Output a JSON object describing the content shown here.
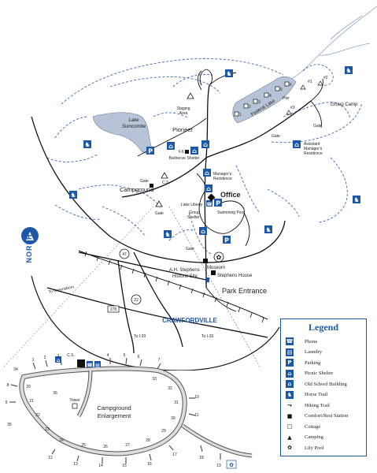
{
  "map_labels": {
    "lake_sumcombe_line1": "Lake",
    "lake_sumcombe_line2": "Sumcombe",
    "federal_lake": "Federal Lake",
    "staging_area_line1": "Staging",
    "staging_area_line2": "Area",
    "pioneer": "Pioneer",
    "barbecue_shelter": "Barbecue Shelter",
    "managers_residence_line1": "Manager's",
    "managers_residence_line2": "Residence",
    "asst_managers_line1": "Assistant",
    "asst_managers_line2": "Manager's",
    "asst_managers_line3": "Residence",
    "group_camp": "Group Camp",
    "campground": "Campground",
    "gate_1": "Gate",
    "gate_2": "Gate",
    "gate_3": "Gate",
    "gate_4": "Gate",
    "gate_5": "Gate",
    "lake_liberty": "Lake Liberty",
    "group_shelter_line1": "Group",
    "group_shelter_line2": "Shelter",
    "office": "Office",
    "swimming_pool": "Swimming Pool",
    "museum": "Museum",
    "stephens_house": "Stephens House",
    "ah_stephens_line1": "A.H. Stephens",
    "ah_stephens_line2": "Historic Site",
    "park_entrance": "Park Entrance",
    "crawfordville": "CRAWFORDVILLE",
    "to_greensboro": "To Greensboro",
    "to_i20_left": "To I-20",
    "to_i20_right": "To I-20",
    "route_22": "22",
    "route_47": "47",
    "route_278": "278",
    "cs_upper": "C.S.",
    "cs_lower": "C.S.",
    "fish_label": "F.6",
    "pier_label": "Pier",
    "north": "NORTH",
    "campground_enlargement_line1": "Campground",
    "campground_enlargement_line2": "Enlargement",
    "tower": "Tower"
  },
  "campsite_numbers": [
    "1",
    "2",
    "3",
    "4",
    "5",
    "6",
    "7",
    "8",
    "9",
    "10",
    "11",
    "12",
    "13",
    "14",
    "15",
    "16",
    "17",
    "18",
    "19",
    "20",
    "21",
    "22",
    "23",
    "24",
    "25",
    "26",
    "27",
    "28",
    "29",
    "30",
    "31",
    "32",
    "33",
    "34",
    "35",
    "36"
  ],
  "cottage_numbers": [
    "1",
    "2",
    "3",
    "4",
    "5",
    "6"
  ],
  "group_site_numbers": [
    "#1",
    "#2",
    "#3"
  ],
  "legend": {
    "title": "Legend",
    "items": [
      {
        "icon": "phone-icon",
        "glyph": "☎",
        "label": "Phone"
      },
      {
        "icon": "laundry-icon",
        "glyph": "▤",
        "label": "Laundry"
      },
      {
        "icon": "parking-icon",
        "glyph": "P",
        "label": "Parking"
      },
      {
        "icon": "picnic-shelter-icon",
        "glyph": "⌂",
        "label": "Picnic Shelter"
      },
      {
        "icon": "old-school-building-icon",
        "glyph": "⌂",
        "label": "Old School Building"
      },
      {
        "icon": "horse-trail-icon",
        "glyph": "♞",
        "label": "Horse Trail"
      },
      {
        "icon": "hiking-trail-icon",
        "glyph": "⤳",
        "label": "Hiking Trail"
      },
      {
        "icon": "comfort-station-icon",
        "glyph": "■",
        "label": "Comfort/Rest Station"
      },
      {
        "icon": "cottage-icon",
        "glyph": "□",
        "label": "Cottage"
      },
      {
        "icon": "camping-icon",
        "glyph": "▲",
        "label": "Camping"
      },
      {
        "icon": "lily-pool-icon",
        "glyph": "✿",
        "label": "Lily Pool"
      }
    ]
  },
  "colors": {
    "accent_blue": "#1d57a8",
    "lake_fill": "#b7c3d6",
    "trail_blue": "#3b69b8"
  }
}
